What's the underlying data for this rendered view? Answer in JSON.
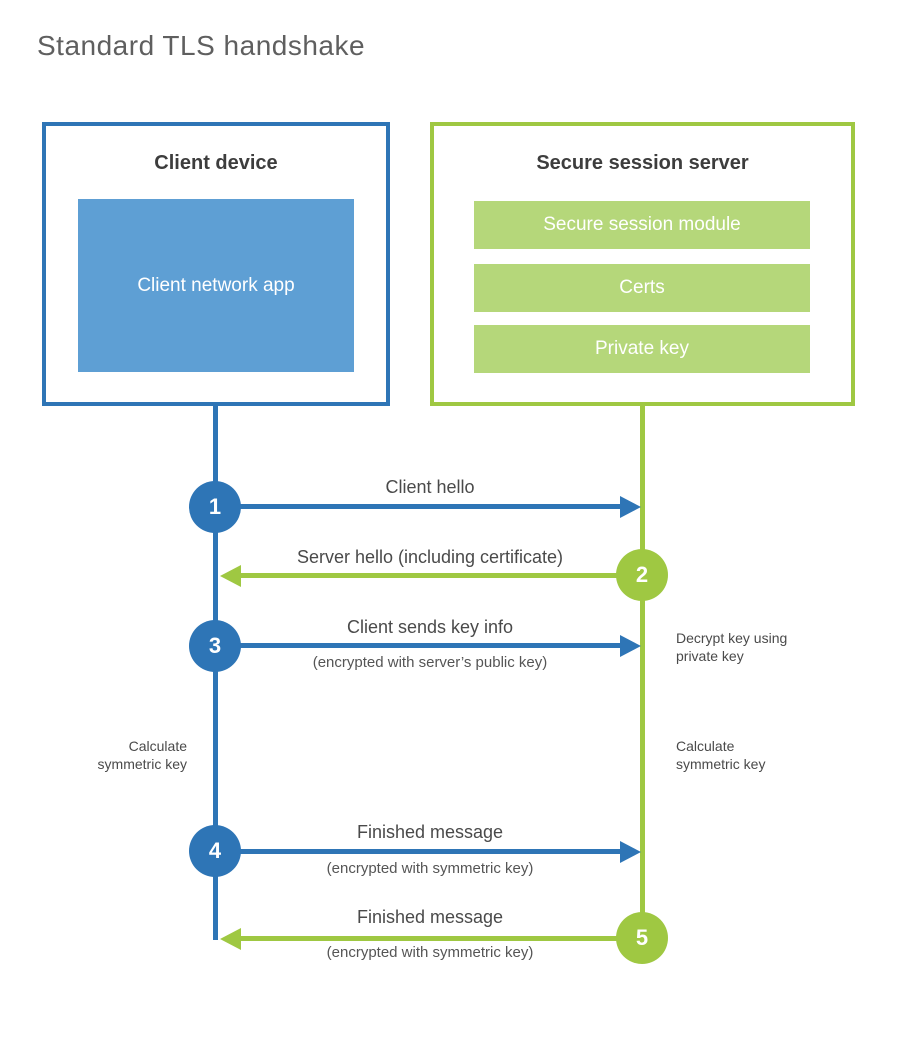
{
  "title": "Standard TLS handshake",
  "colors": {
    "client_blue": "#2e75b6",
    "client_blue_fill": "#5e9fd4",
    "server_green": "#9fc842",
    "server_green_fill": "#b5d77a"
  },
  "client": {
    "title": "Client device",
    "app": "Client network app"
  },
  "server": {
    "title": "Secure session server",
    "modules": [
      "Secure session module",
      "Certs",
      "Private key"
    ]
  },
  "steps": [
    {
      "num": "1",
      "label": "Client hello"
    },
    {
      "num": "2",
      "label": "Server hello (including certificate)"
    },
    {
      "num": "3",
      "label": "Client sends key info",
      "sublabel": "(encrypted with server’s public key)"
    },
    {
      "num": "4",
      "label": "Finished message",
      "sublabel": "(encrypted with symmetric key)"
    },
    {
      "num": "5",
      "label": "Finished message",
      "sublabel": "(encrypted with symmetric key)"
    }
  ],
  "notes": {
    "decrypt": "Decrypt key using\nprivate key",
    "calc_client": "Calculate\nsymmetric key",
    "calc_server": "Calculate\nsymmetric key"
  }
}
